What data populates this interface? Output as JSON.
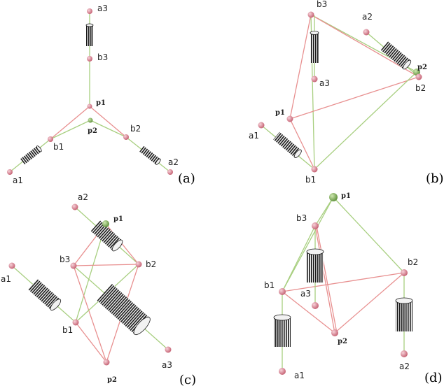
{
  "colors": {
    "green_line": "#a8cf80",
    "pink_line": "#e89090",
    "pink_node": "#d06f7f",
    "green_node": "#6fa04a",
    "cylinder_dark": "#1a1a1a",
    "cylinder_light": "#f2f2f2"
  },
  "panels": [
    {
      "caption": "(a)",
      "labels": {
        "a1": "a1",
        "a2": "a2",
        "a3": "a3",
        "b1": "b1",
        "b2": "b2",
        "b3": "b3",
        "p1": "p1",
        "p2": "p2"
      }
    },
    {
      "caption": "(b)",
      "labels": {
        "a1": "a1",
        "a2": "a2",
        "a3": "a3",
        "b1": "b1",
        "b2": "b2",
        "b3": "b3",
        "p1": "p1",
        "p2": "p2"
      }
    },
    {
      "caption": "(c)",
      "labels": {
        "a1": "a1",
        "a2": "a2",
        "a3": "a3",
        "b1": "b1",
        "b2": "b2",
        "b3": "b3",
        "p1": "p1",
        "p2": "p2"
      }
    },
    {
      "caption": "(d)",
      "labels": {
        "a1": "a1",
        "a2": "a2",
        "a3": "a3",
        "b1": "b1",
        "b2": "b2",
        "b3": "b3",
        "p1": "p1",
        "p2": "p2"
      }
    }
  ]
}
